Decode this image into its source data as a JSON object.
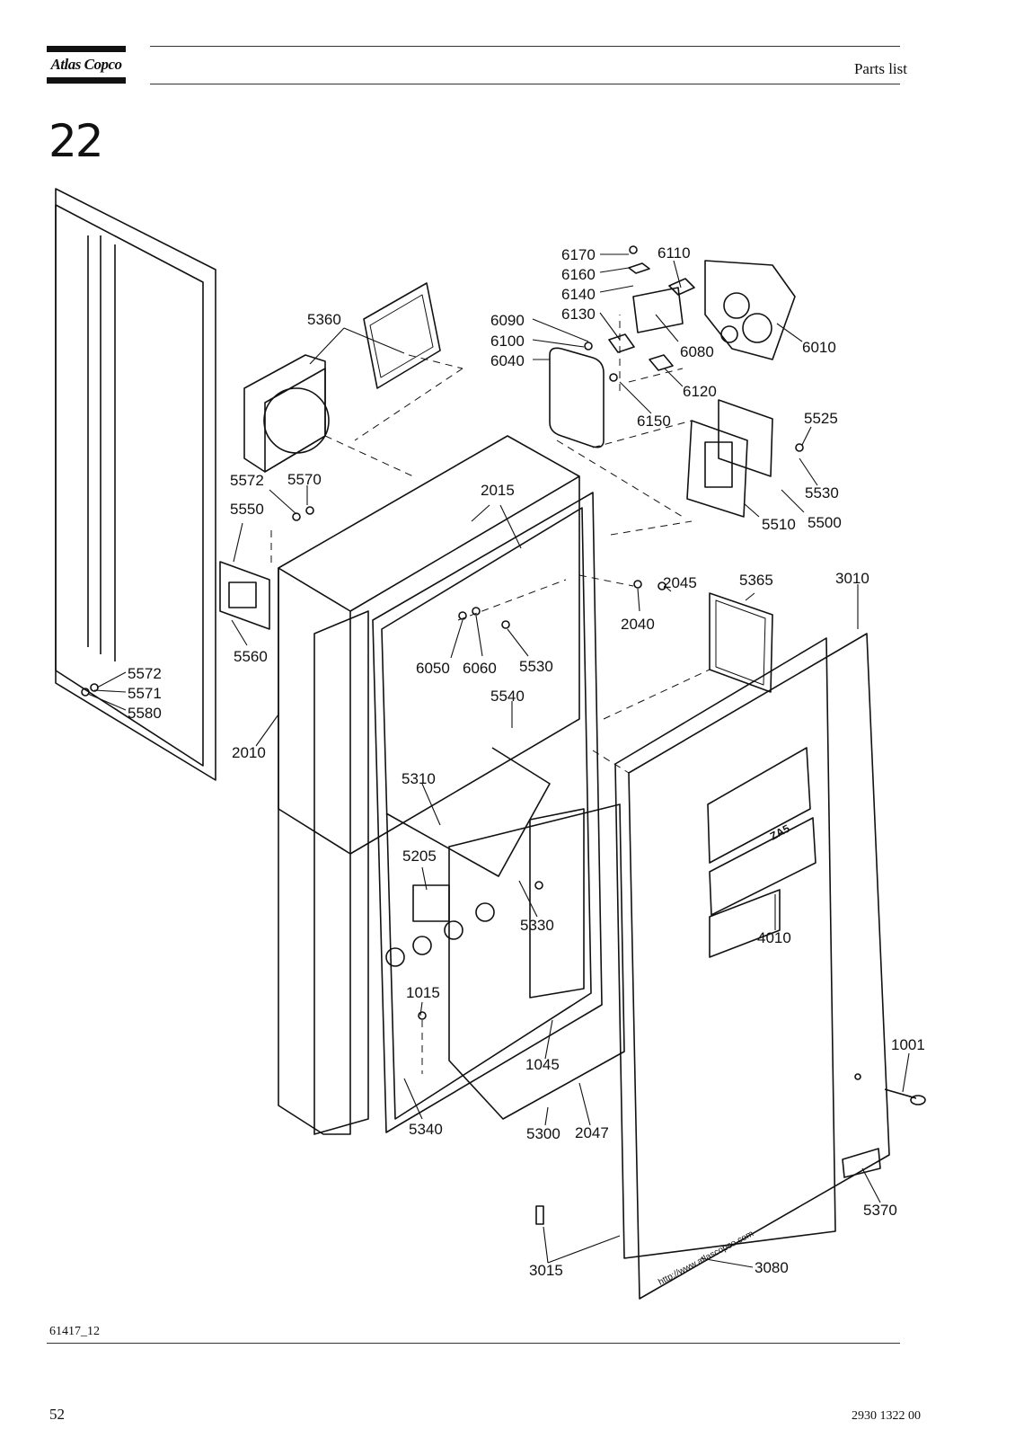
{
  "header": {
    "brand": "Atlas Copco",
    "title": "Parts list"
  },
  "section": {
    "number": "22"
  },
  "figure": {
    "id": "61417_12",
    "labels": {
      "l6170": "6170",
      "l6110": "6110",
      "l6160": "6160",
      "l6140": "6140",
      "l6130": "6130",
      "l6090": "6090",
      "l6100": "6100",
      "l6040": "6040",
      "l6080": "6080",
      "l6010": "6010",
      "l6120": "6120",
      "l6150": "6150",
      "l5525": "5525",
      "l5360": "5360",
      "l5530a": "5530",
      "l5510": "5510",
      "l5500": "5500",
      "l5572a": "5572",
      "l5570": "5570",
      "l2015": "2015",
      "l5550": "5550",
      "l2045": "2045",
      "l5365": "5365",
      "l3010": "3010",
      "l2040": "2040",
      "l5560": "5560",
      "l6050": "6050",
      "l6060": "6060",
      "l5530b": "5530",
      "l5572b": "5572",
      "l5571": "5571",
      "l5580": "5580",
      "l5540": "5540",
      "l2010": "2010",
      "l5310": "5310",
      "l5205": "5205",
      "l5330": "5330",
      "l4010": "4010",
      "l1015": "1015",
      "l1001": "1001",
      "l1045": "1045",
      "l5340": "5340",
      "l5300": "5300",
      "l2047": "2047",
      "l5370": "5370",
      "l3015": "3015",
      "l3080": "3080"
    },
    "door_brand_text": "ZA5",
    "door_url": "http://www.atlascopco.com"
  },
  "footer": {
    "page_number": "52",
    "document_number": "2930 1322 00"
  }
}
